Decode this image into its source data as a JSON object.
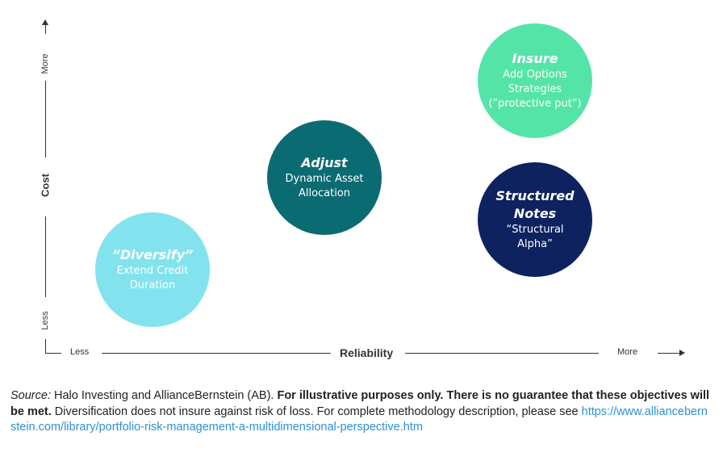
{
  "axes": {
    "y": {
      "label": "Cost",
      "low": "Less",
      "high": "More"
    },
    "x": {
      "label": "Reliability",
      "low": "Less",
      "high": "More"
    }
  },
  "circles": [
    {
      "title": "“Diversify”",
      "subtitle_lines": [
        "Extend Credit",
        "Duration"
      ],
      "color": "#82e3ee"
    },
    {
      "title": "Adjust",
      "subtitle_lines": [
        "Dynamic Asset",
        "Allocation"
      ],
      "color": "#0b6b72"
    },
    {
      "title": "Insure",
      "subtitle_lines": [
        "Add Options",
        "Strategies",
        "(”protective put”)"
      ],
      "color": "#55e4a8"
    },
    {
      "title_lines": [
        "Structured",
        "Notes"
      ],
      "subtitle_lines": [
        "“Structural",
        "Alpha”"
      ],
      "color": "#0e2260"
    }
  ],
  "footnote": {
    "source_label": "Source:",
    "source_text": " Halo Investing and AllianceBernstein (AB). ",
    "bold_text": "For illustrative purposes only. There is no guarantee that these objectives will be met.",
    "body_text": " Diversification does not insure against risk of loss. For complete methodology description, please see ",
    "link_text": "https://www.alliancebernstein.com/library/portfolio-risk-management-a-multidimensional-perspective.htm",
    "link_color": "#2f8fd8"
  }
}
